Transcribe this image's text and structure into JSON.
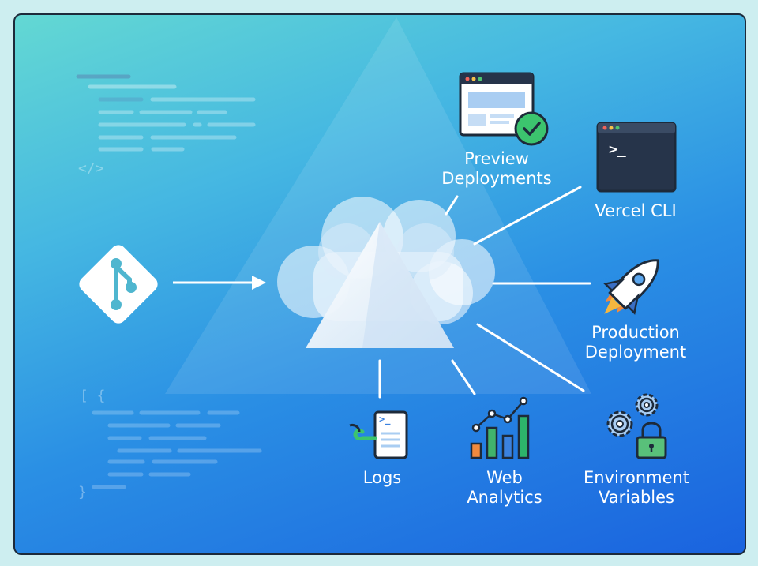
{
  "code_glyphs": {
    "top_tag": "</>",
    "bracket_open": "[ {",
    "brace_close": "}"
  },
  "nodes": {
    "preview": {
      "label": "Preview\nDeployments",
      "icon": "browser-check-icon"
    },
    "cli": {
      "label": "Vercel CLI",
      "icon": "terminal-icon",
      "prompt": ">_"
    },
    "production": {
      "label": "Production\nDeployment",
      "icon": "rocket-icon"
    },
    "logs": {
      "label": "Logs",
      "icon": "log-document-icon",
      "prompt": ">_"
    },
    "analytics": {
      "label": "Web\nAnalytics",
      "icon": "bar-chart-icon"
    },
    "env": {
      "label": "Environment\nVariables",
      "icon": "gears-lock-icon"
    },
    "git": {
      "icon": "git-icon"
    },
    "center": {
      "icon": "vercel-cloud-icon"
    }
  },
  "colors": {
    "bars": [
      "#f08a3e",
      "#41b36b",
      "#3b82e0",
      "#2db46a"
    ],
    "check": "#3cc46e",
    "lock": "#59c07a",
    "terminal_bg": "#26344a"
  }
}
